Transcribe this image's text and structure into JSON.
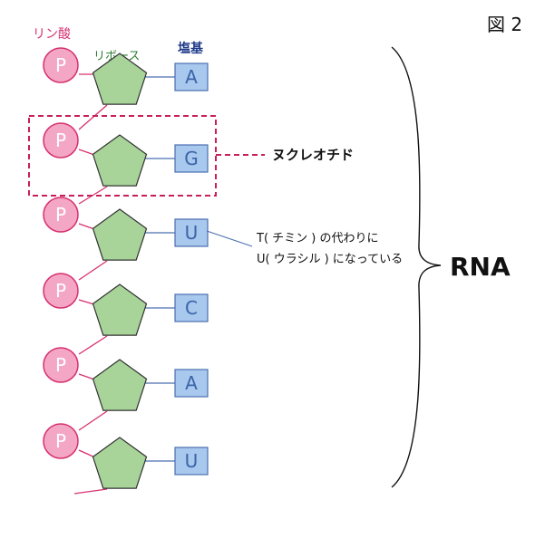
{
  "figure_label": "図 2",
  "labels": {
    "phosphate": "リン酸",
    "ribose": "リボース",
    "base": "塩基",
    "nucleotide": "ヌクレオチド",
    "note_line1": "T( チミン ) の代わりに",
    "note_line2": "U( ウラシル ) になっている",
    "rna": "RNA"
  },
  "phosphate_letter": "P",
  "bases": [
    "A",
    "G",
    "U",
    "C",
    "A",
    "U"
  ],
  "colors": {
    "phosphate_fill": "#f4a7c4",
    "phosphate_stroke": "#d6306f",
    "pentagon_fill": "#a8d49a",
    "pentagon_stroke": "#333333",
    "base_fill": "#a9c8ee",
    "base_stroke": "#4a6fb0",
    "base_text": "#3a64a8",
    "phosphate_label": "#d6306f",
    "ribose_label": "#2e7d32",
    "base_label": "#1f3a8a",
    "dashed": "#c81e5a"
  }
}
